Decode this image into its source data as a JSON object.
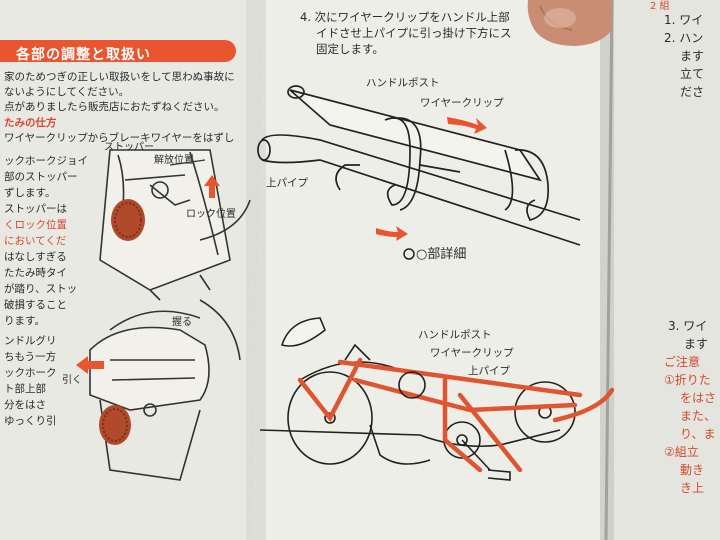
{
  "left_page": {
    "header": "各部の調整と取扱い",
    "intro_lines": [
      "家のためつぎの正しい取扱いをして思わぬ事故に",
      "ないようにしてください。",
      "点がありましたら販売店におたずねください。"
    ],
    "section_heading": "たみの仕方",
    "body_lines": [
      "ワイヤークリップからブレーキワイヤーをはずし",
      "ックホークジョイ",
      "部のストッパー",
      "ずします。",
      "ストッパーは",
      "くロック位置",
      "においてくだ",
      "はなしすぎる",
      "たたみ時タイ",
      "が踏り、ストッ",
      "破損すること",
      "ります。",
      "ンドルグリ",
      "ちもう一方",
      "ックホーク",
      "ト部上部",
      "分をはさ",
      "ゆっくり引"
    ],
    "red_line_indices": [
      5,
      6
    ],
    "figure_labels": {
      "stopper": "ストッパー",
      "release_position": "解放位置",
      "lock_position": "ロック位置",
      "grip": "握る",
      "pull": "引く"
    }
  },
  "right_page": {
    "step4_lines": [
      "4. 次にワイヤークリップをハンドル上部",
      "イドさせ上パイプに引っ掛け下方にス",
      "固定します。"
    ],
    "detail_labels": {
      "handle_post": "ハンドルポスト",
      "wire_clip": "ワイヤークリップ",
      "upper_pipe": "上パイプ",
      "detail_caption": "○部詳細"
    },
    "bike_labels": {
      "handle_post": "ハンドルポスト",
      "wire_clip": "ワイヤークリップ",
      "upper_pipe": "上パイプ"
    }
  },
  "far_right_page": {
    "top_lines": [
      "2 組",
      "1. ワイ",
      "2. ハン",
      "ます",
      "立て",
      "ださ"
    ],
    "step3_lines": [
      "3. ワイ",
      "ます"
    ],
    "caution_heading": "ご注意",
    "caution_lines": [
      "①折りた",
      "をはさ",
      "また、",
      "り、ま",
      "②組立",
      "動き",
      "き上"
    ]
  },
  "colors": {
    "accent_red": "#e8552f",
    "paper": "#ecebe6",
    "ink": "#2a2a2a"
  },
  "icons": [
    "finger",
    "arrow-up-icon",
    "arrow-left-icon",
    "arrow-right-icon",
    "reflector-icon"
  ]
}
